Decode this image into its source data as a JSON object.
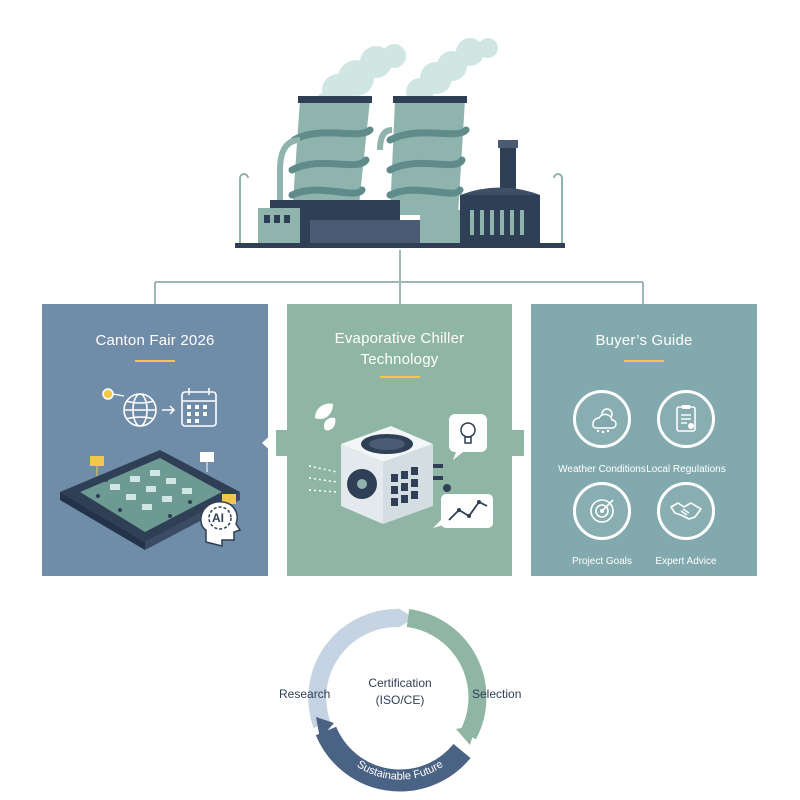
{
  "colors": {
    "navy": "#2f3f55",
    "teal": "#8fb3ad",
    "panel_left": "#6f8ca8",
    "panel_center": "#8fb5a4",
    "panel_right": "#82a9ad",
    "accent_yellow": "#f1c84b",
    "connector": "#9fb7b6"
  },
  "panels": {
    "left": {
      "title": "Canton Fair 2026",
      "icons": [
        "location-pin-icon",
        "globe-icon",
        "arrow-right-icon",
        "calendar-icon",
        "expo-hall-illustration",
        "ai-head-icon"
      ],
      "ai_badge": "AI"
    },
    "center": {
      "title_line1": "Evaporative Chiller",
      "title_line2": "Technology",
      "icons": [
        "leaf-icon",
        "chiller-unit-illustration",
        "lightbulb-icon",
        "line-chart-icon"
      ]
    },
    "right": {
      "title": "Buyer’s Guide",
      "items": [
        {
          "label": "Weather Conditions",
          "icon": "weather-icon"
        },
        {
          "label": "Local Regulations",
          "icon": "regulations-document-icon"
        },
        {
          "label": "Project Goals",
          "icon": "target-icon"
        },
        {
          "label": "Expert Advice",
          "icon": "handshake-icon"
        }
      ]
    }
  },
  "cycle": {
    "center_line1": "Certification",
    "center_line2": "(ISO/CE)",
    "left_label": "Research",
    "right_label": "Selection",
    "bottom_label": "Sustainable Future"
  }
}
